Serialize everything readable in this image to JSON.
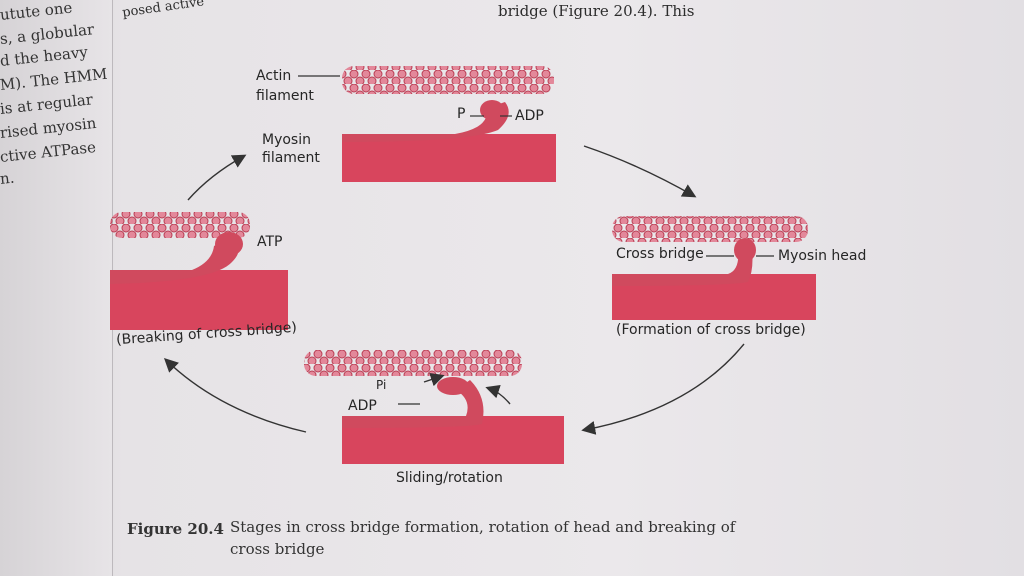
{
  "left_margin_lines": [
    "utute one",
    "s, a globular",
    "d the heavy",
    "M). The HMM",
    "is at regular",
    "rised myosin",
    "ctive ATPase",
    "n."
  ],
  "top_text": "bridge (Figure 20.4). This",
  "top_left_fragment": "posed active",
  "labels": {
    "actin": "Actin",
    "actin2": "filament",
    "myosin": "Myosin",
    "myosin2": "filament",
    "p_adp_p": "P",
    "p_adp_adp": "ADP",
    "atp": "ATP",
    "cross_bridge": "Cross bridge",
    "myosin_head": "Myosin head",
    "breaking": "(Breaking of cross bridge)",
    "formation": "(Formation of cross bridge)",
    "sliding": "Sliding/rotation",
    "pi": "Pi",
    "adp_bottom": "ADP"
  },
  "caption": {
    "number": "Figure 20.4",
    "text": "Stages in cross bridge formation, rotation of head and breaking of",
    "text2": "cross bridge"
  },
  "colors": {
    "myosin": "#d8455d",
    "actin": "#e1788a",
    "head": "#d04a5e"
  }
}
